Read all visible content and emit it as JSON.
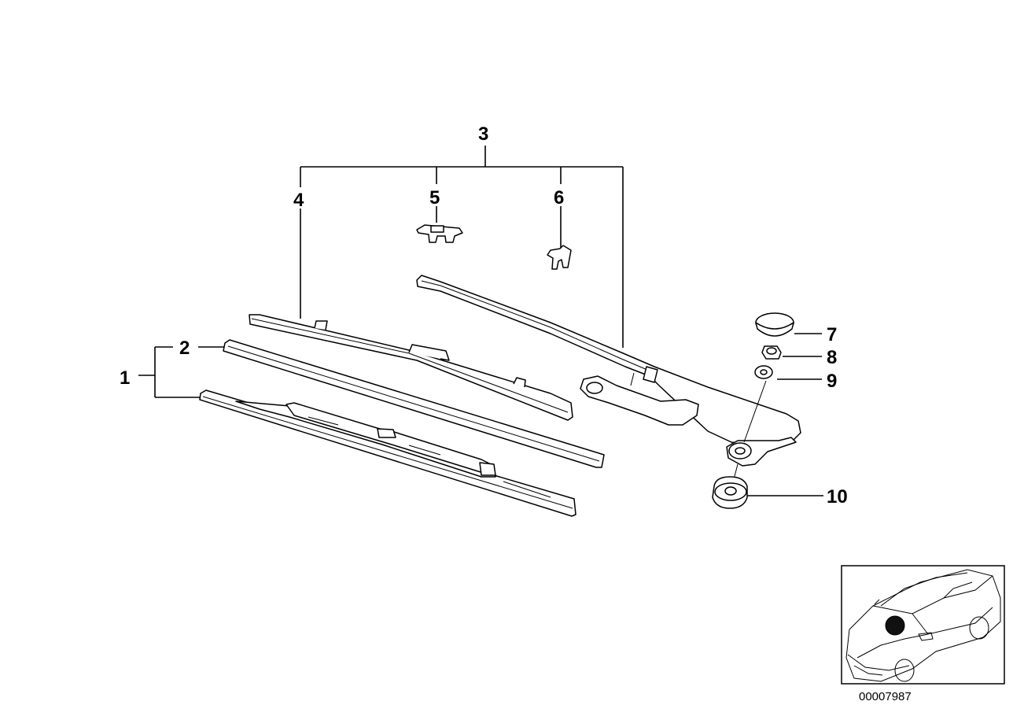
{
  "callouts": {
    "c1": "1",
    "c2": "2",
    "c3": "3",
    "c4": "4",
    "c5": "5",
    "c6": "6",
    "c7": "7",
    "c8": "8",
    "c9": "9",
    "c10": "10"
  },
  "reference_number": "00007987",
  "colors": {
    "line": "#000000",
    "background": "#ffffff",
    "marker": "#111111"
  }
}
